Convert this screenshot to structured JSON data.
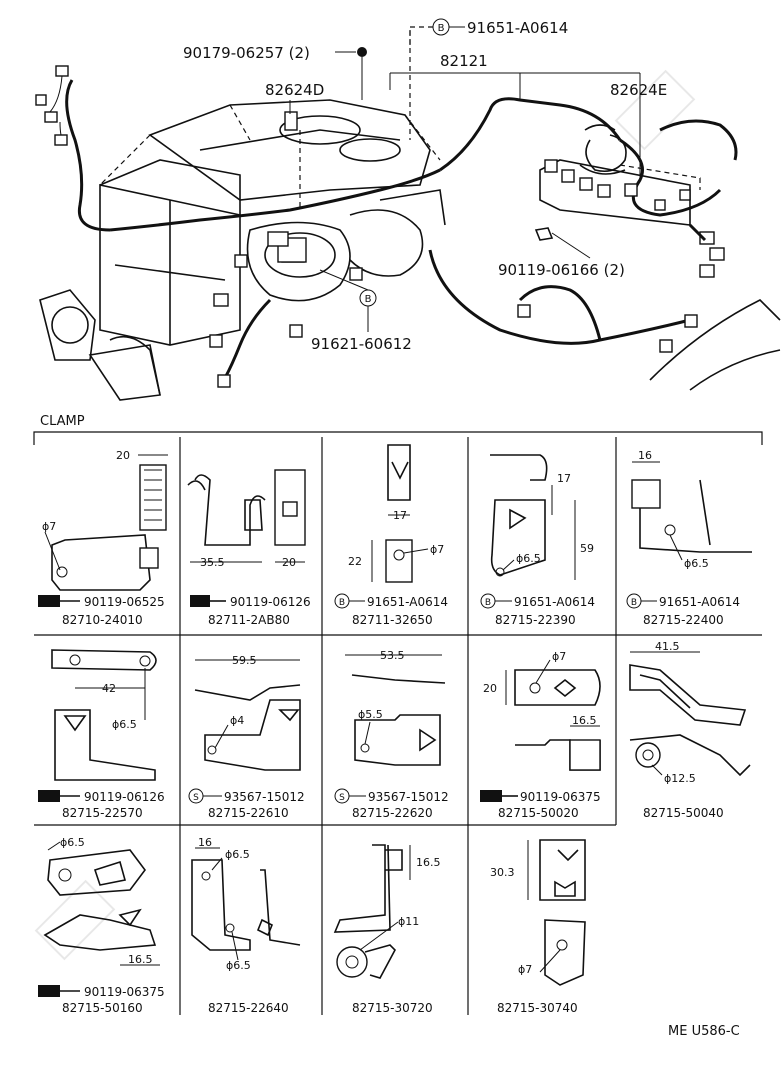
{
  "header_callouts": {
    "part_91651_a0614": "91651-A0614",
    "part_90179": "90179-06257 (2)",
    "part_82121": "82121",
    "part_82624d": "82624D",
    "part_82624e": "82624E",
    "part_90119_06166": "90119-06166 (2)",
    "part_91621": "91621-60612",
    "mark_b": "B",
    "mark_s": "S"
  },
  "clamp": {
    "title": "CLAMP",
    "cells": [
      {
        "part": "82710-24010",
        "bolt": "90119-06525",
        "dims": [
          "20",
          "ϕ7"
        ]
      },
      {
        "part": "82711-2AB80",
        "bolt": "90119-06126",
        "dims": [
          "35.5",
          "20"
        ]
      },
      {
        "part": "82711-32650",
        "bolt": "91651-A0614",
        "dims": [
          "17",
          "22",
          "ϕ7"
        ]
      },
      {
        "part": "82715-22390",
        "bolt": "91651-A0614",
        "dims": [
          "17",
          "59",
          "ϕ6.5"
        ]
      },
      {
        "part": "82715-22400",
        "bolt": "91651-A0614",
        "dims": [
          "16",
          "ϕ6.5"
        ]
      },
      {
        "part": "82715-22570",
        "bolt": "90119-06126",
        "dims": [
          "42",
          "ϕ6.5"
        ]
      },
      {
        "part": "82715-22610",
        "bolt": "93567-15012",
        "dims": [
          "59.5",
          "ϕ4"
        ]
      },
      {
        "part": "82715-22620",
        "bolt": "93567-15012",
        "dims": [
          "53.5",
          "ϕ5.5"
        ]
      },
      {
        "part": "82715-50020",
        "bolt": "90119-06375",
        "dims": [
          "ϕ7",
          "20",
          "16.5"
        ]
      },
      {
        "part": "82715-50040",
        "bolt": "",
        "dims": [
          "41.5",
          "ϕ12.5"
        ]
      },
      {
        "part": "82715-50160",
        "bolt": "90119-06375",
        "dims": [
          "ϕ6.5",
          "16.5"
        ]
      },
      {
        "part": "82715-22640",
        "bolt": "",
        "dims": [
          "16",
          "ϕ6.5",
          "ϕ6.5"
        ]
      },
      {
        "part": "82715-30720",
        "bolt": "",
        "dims": [
          "16.5",
          "ϕ11"
        ]
      },
      {
        "part": "82715-30740",
        "bolt": "",
        "dims": [
          "30.3",
          "ϕ7"
        ]
      }
    ]
  },
  "footer": {
    "code": "ME  U586-C"
  }
}
